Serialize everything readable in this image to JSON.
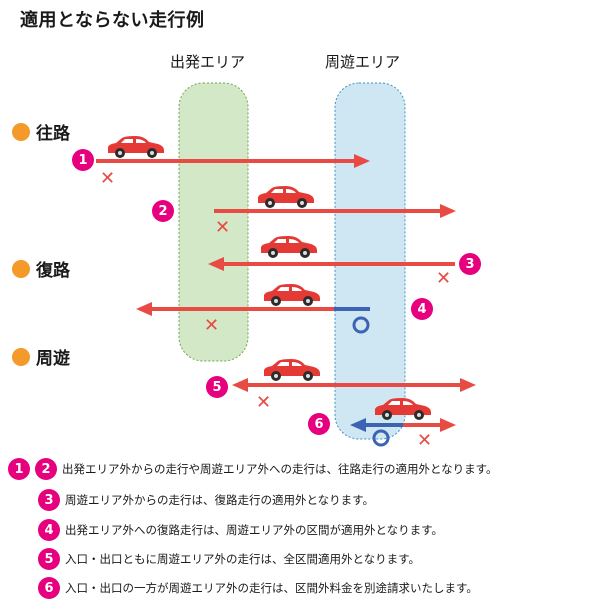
{
  "title": "適用とならない走行例",
  "zones": {
    "origin_label": "出発エリア",
    "surrounding_label": "周遊エリア"
  },
  "routes": {
    "outbound": "往路",
    "return": "復路",
    "tour": "周遊"
  },
  "badges": [
    "1",
    "2",
    "3",
    "4",
    "5",
    "6"
  ],
  "notes": [
    {
      "badges": [
        "1",
        "2"
      ],
      "text": "出発エリア外からの走行や周遊エリア外への走行は、往路走行の適用外となります。"
    },
    {
      "badges": [
        "3"
      ],
      "text": "周遊エリア外からの走行は、復路走行の適用外となります。"
    },
    {
      "badges": [
        "4"
      ],
      "text": "出発エリア外への復路走行は、周遊エリア外の区間が適用外となります。"
    },
    {
      "badges": [
        "5"
      ],
      "text": "入口・出口ともに周遊エリア外の走行は、全区間適用外となります。"
    },
    {
      "badges": [
        "6"
      ],
      "text": "入口・出口の一方が周遊エリア外の走行は、区間外料金を別途請求いたします。"
    }
  ],
  "colors": {
    "origin_zone": "#d3e8c6",
    "surrounding_zone": "#cfe7f3",
    "arrow_red": "#e84a44",
    "arrow_blue": "#3d63b3",
    "car": "#e53935",
    "badge": "#e6007e",
    "bullet": "#f39a2b"
  }
}
